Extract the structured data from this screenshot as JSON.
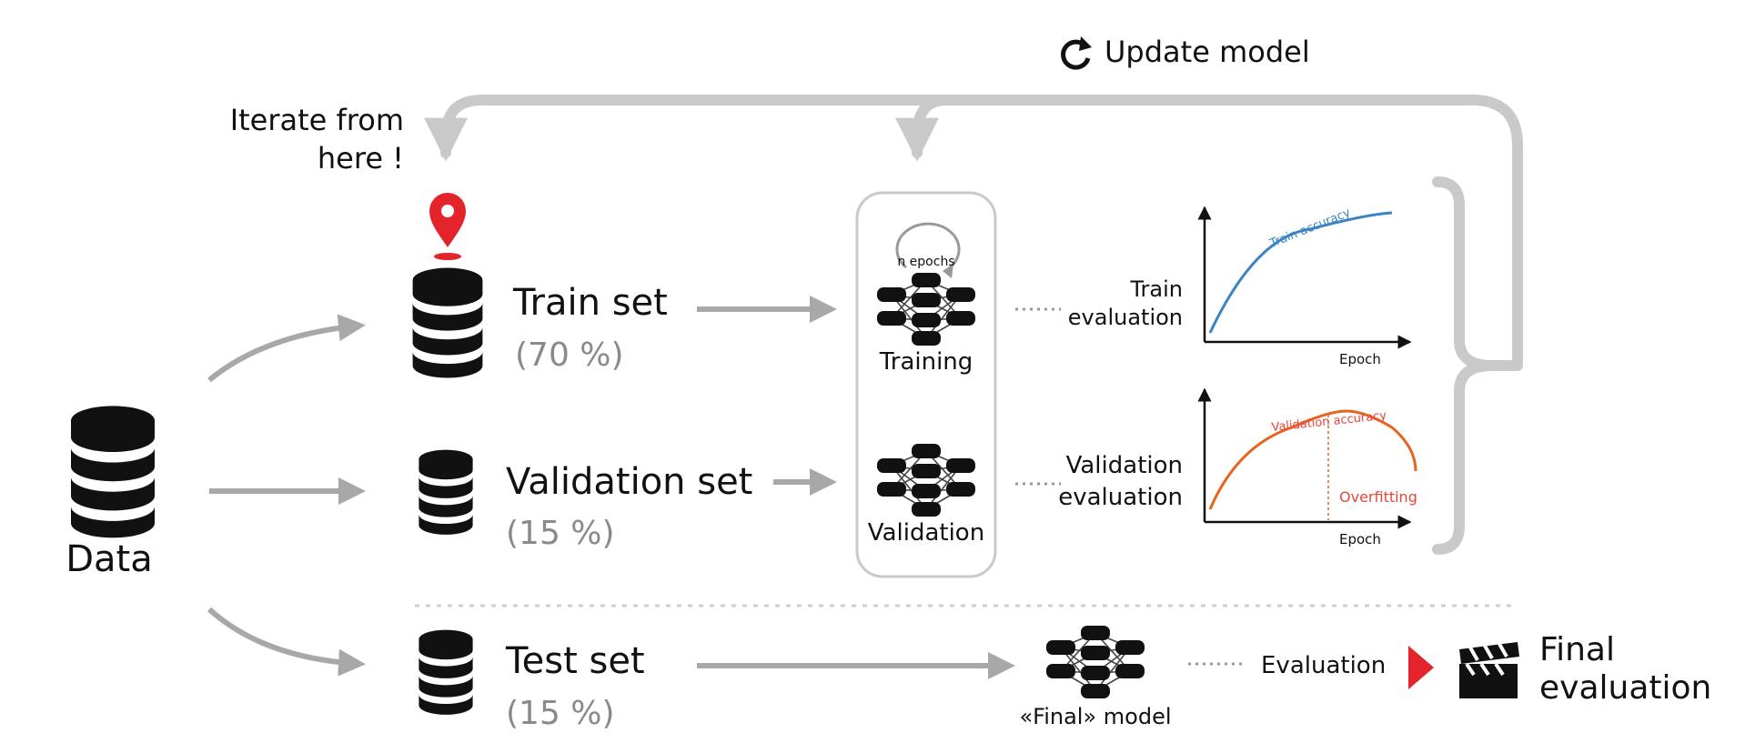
{
  "header": {
    "update_model": "Update model",
    "iterate_line1": "Iterate from",
    "iterate_line2": "here !"
  },
  "data": {
    "label": "Data"
  },
  "splits": {
    "train": {
      "name": "Train set",
      "pct": "(70 %)"
    },
    "validation": {
      "name": "Validation set",
      "pct": "(15 %)"
    },
    "test": {
      "name": "Test set",
      "pct": "(15 %)"
    }
  },
  "models": {
    "epochs_label": "n epochs",
    "training_label": "Training",
    "validation_label": "Validation",
    "final_label": "«Final» model"
  },
  "evaluations": {
    "train_line1": "Train",
    "train_line2": "evaluation",
    "validation_line1": "Validation",
    "validation_line2": "evaluation",
    "test": "Evaluation",
    "final_line1": "Final",
    "final_line2": "evaluation"
  },
  "charts": {
    "train": {
      "curve_label": "Train accuracy",
      "xlabel": "Epoch",
      "color": "#3a84c4"
    },
    "validation": {
      "curve_label": "Validation accuracy",
      "xlabel": "Epoch",
      "overfit_label": "Overfitting",
      "color": "#e8641c",
      "overfit_color": "#e8463c"
    }
  },
  "colors": {
    "accent_red": "#e3242b",
    "arrow_gray": "#a8a8a8",
    "text_gray": "#8a8a8a",
    "dark": "#111111"
  },
  "icons": [
    "refresh-icon",
    "location-pin-icon",
    "database-icon",
    "neural-network-icon",
    "clapperboard-icon",
    "play-triangle-icon"
  ]
}
